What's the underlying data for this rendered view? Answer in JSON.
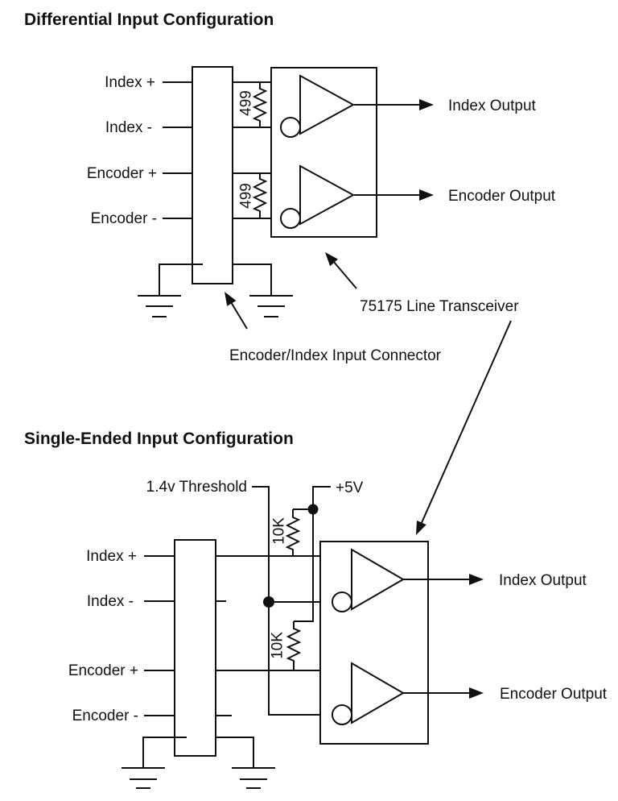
{
  "colors": {
    "background": "#ffffff",
    "line": "#111111",
    "text": "#111111"
  },
  "diagram1": {
    "title": "Differential Input Configuration",
    "inputs": {
      "index_plus": "Index +",
      "index_minus": "Index -",
      "encoder_plus": "Encoder +",
      "encoder_minus": "Encoder -"
    },
    "resistor1": "499",
    "resistor2": "499",
    "outputs": {
      "index": "Index Output",
      "encoder": "Encoder Output"
    },
    "annotations": {
      "transceiver": "75175 Line Transceiver",
      "connector": "Encoder/Index Input Connector"
    }
  },
  "diagram2": {
    "title": "Single-Ended Input Configuration",
    "labels": {
      "threshold": "1.4v Threshold",
      "supply": "+5V"
    },
    "inputs": {
      "index_plus": "Index +",
      "index_minus": "Index -",
      "encoder_plus": "Encoder +",
      "encoder_minus": "Encoder -"
    },
    "resistor1": "10K",
    "resistor2": "10K",
    "outputs": {
      "index": "Index Output",
      "encoder": "Encoder Output"
    }
  }
}
